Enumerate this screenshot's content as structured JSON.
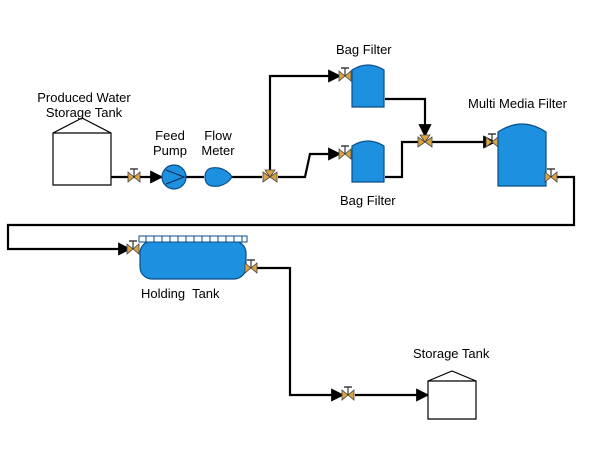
{
  "labels": {
    "produced_water_tank": [
      "Produced Water",
      "Storage Tank"
    ],
    "feed_pump": [
      "Feed",
      "Pump"
    ],
    "flow_meter": [
      "Flow",
      "Meter"
    ],
    "bag_filter_top": "Bag Filter",
    "bag_filter_bottom": "Bag Filter",
    "multi_media_filter": "Multi Media Filter",
    "holding_tank": "Holding  Tank",
    "storage_tank": "Storage Tank"
  },
  "colors": {
    "equipment_fill": "#1E90E0",
    "equipment_stroke": "#0A4E8A",
    "pipe": "#000000",
    "valve": "#D9A441",
    "tank_outline": "#000000"
  },
  "icons": [
    "gate-valve-icon",
    "centrifugal-pump-icon",
    "flow-meter-icon",
    "three-way-valve-icon",
    "arrow-head-icon"
  ]
}
